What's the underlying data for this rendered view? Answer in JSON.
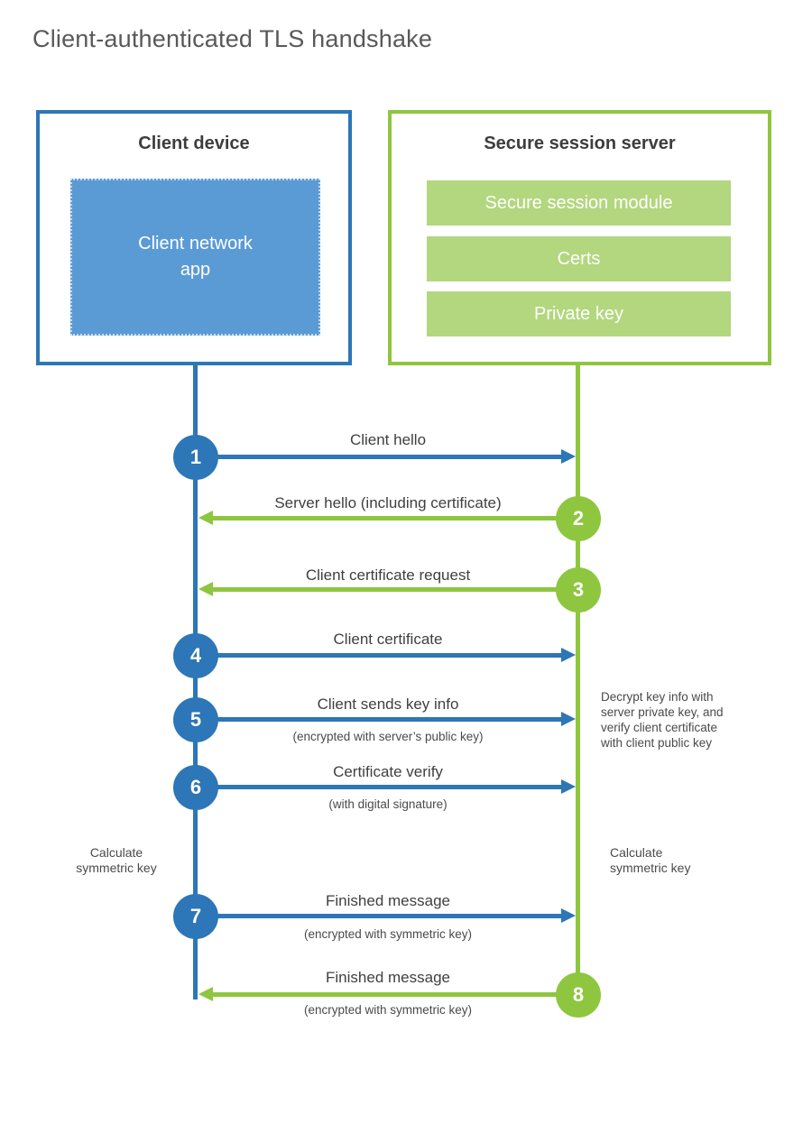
{
  "title": "Client-authenticated TLS handshake",
  "colors": {
    "blue": "#2d76b7",
    "blue_fill": "#5b9bd5",
    "green": "#8ec63f",
    "green_fill": "#b2d77e",
    "heading_text": "#3d3d3d",
    "label_text": "#404040",
    "title_text": "#595959"
  },
  "client": {
    "title": "Client device",
    "app_lines": [
      "Client network",
      "app"
    ]
  },
  "server": {
    "title": "Secure session server",
    "modules": [
      "Secure session module",
      "Certs",
      "Private key"
    ]
  },
  "steps": [
    {
      "num": "1",
      "from": "client",
      "direction": "right",
      "label": "Client hello",
      "sub": ""
    },
    {
      "num": "2",
      "from": "server",
      "direction": "left",
      "label": "Server hello (including certificate)",
      "sub": ""
    },
    {
      "num": "3",
      "from": "server",
      "direction": "left",
      "label": "Client certificate request",
      "sub": ""
    },
    {
      "num": "4",
      "from": "client",
      "direction": "right",
      "label": "Client certificate",
      "sub": ""
    },
    {
      "num": "5",
      "from": "client",
      "direction": "right",
      "label": "Client sends key info",
      "sub": "(encrypted with server’s public key)"
    },
    {
      "num": "6",
      "from": "client",
      "direction": "right",
      "label": "Certificate verify",
      "sub": "(with digital signature)"
    },
    {
      "num": "7",
      "from": "client",
      "direction": "right",
      "label": "Finished message",
      "sub": "(encrypted with symmetric key)"
    },
    {
      "num": "8",
      "from": "server",
      "direction": "left",
      "label": "Finished message",
      "sub": "(encrypted with symmetric key)"
    }
  ],
  "annotations": {
    "decrypt_lines": [
      "Decrypt key info with",
      "server private key, and",
      "verify client certificate",
      "with client public key"
    ],
    "calc_left_lines": [
      "Calculate",
      "symmetric key"
    ],
    "calc_right_lines": [
      "Calculate",
      "symmetric key"
    ]
  }
}
